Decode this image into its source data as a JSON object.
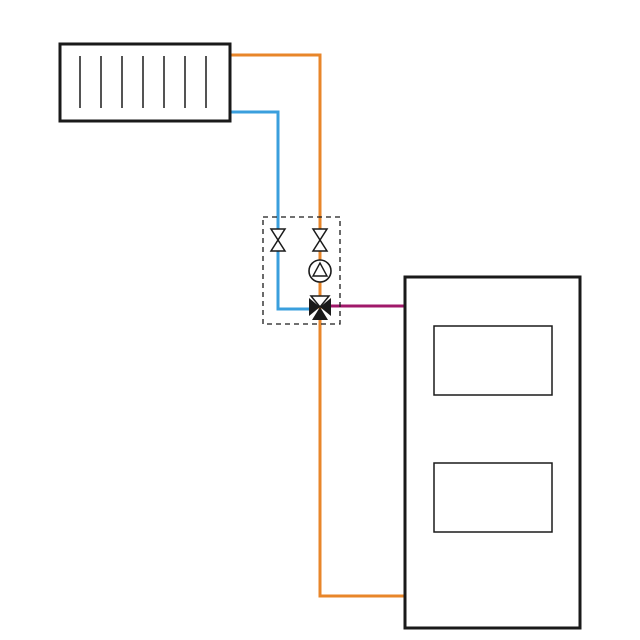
{
  "diagram": {
    "type": "heating-schematic",
    "components": [
      {
        "id": "radiator",
        "name": "radiator",
        "fins": 7
      },
      {
        "id": "mixing-unit",
        "name": "pump-mixing-group",
        "outline": "dashed"
      },
      {
        "id": "supply-valve",
        "name": "shutoff-valve"
      },
      {
        "id": "return-valve",
        "name": "shutoff-valve"
      },
      {
        "id": "pump",
        "name": "circulation-pump"
      },
      {
        "id": "mixing-valve",
        "name": "three-way-mixing-valve"
      },
      {
        "id": "boiler",
        "name": "boiler",
        "panels": 2
      }
    ],
    "pipes": [
      {
        "id": "supply-pipe",
        "role": "flow",
        "color": "#E8862A"
      },
      {
        "id": "return-pipe",
        "role": "return",
        "color": "#3A9FDD"
      },
      {
        "id": "boiler-link-pipe",
        "role": "bypass",
        "color": "#A0186A"
      }
    ],
    "colors": {
      "outline": "#1a1a1a",
      "supply": "#E8862A",
      "return": "#3A9FDD",
      "link": "#A0186A",
      "background": "#ffffff"
    }
  }
}
